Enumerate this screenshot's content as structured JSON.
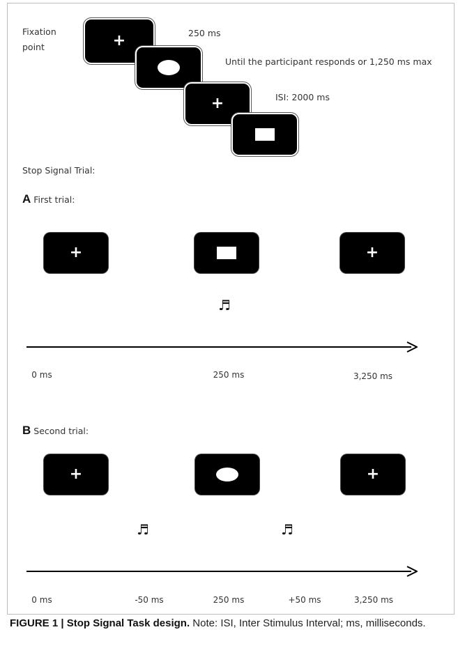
{
  "top_sequence": {
    "fixation_label_1": "Fixation",
    "fixation_label_2": "point",
    "t1": "250 ms",
    "t2": "Until the participant responds or 1,250 ms max",
    "t3": "ISI: 2000 ms"
  },
  "stop_signal_label": "Stop Signal Trial:",
  "section_a": {
    "letter": "A",
    "title": "First trial:",
    "ticks": [
      "0 ms",
      "250 ms",
      "3,250 ms"
    ]
  },
  "section_b": {
    "letter": "B",
    "title": "Second trial:",
    "ticks": [
      "0 ms",
      "-50 ms",
      "250 ms",
      "+50 ms",
      "3,250 ms"
    ]
  },
  "icons": {
    "plus": "+",
    "music_note": "♬"
  },
  "caption": {
    "title": "FIGURE 1 | Stop Signal Task design.",
    "text": " Note: ISI, Inter Stimulus Interval; ms, milliseconds."
  }
}
